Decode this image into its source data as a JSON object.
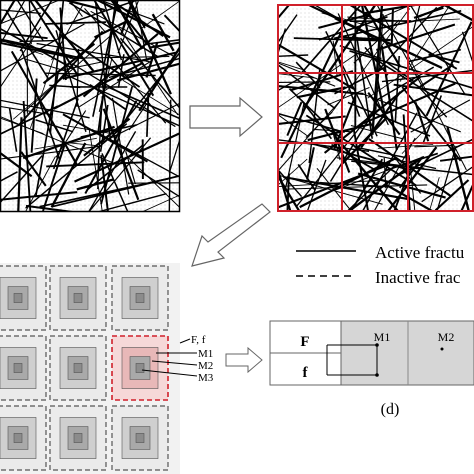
{
  "legend": {
    "active_label": "Active fractu",
    "inactive_label": "Inactive frac"
  },
  "arrows": {
    "ff_label": "F, f",
    "m1_label": "M1",
    "m2_label": "M2",
    "m3_label": "M3"
  },
  "table": {
    "row1": "F",
    "row2": "f",
    "col1": "M1",
    "col2": "M2"
  },
  "panel_label": "(d)",
  "colors": {
    "fracture_line": "#000000",
    "grid_red": "#d0202a",
    "dashed_grid": "#555555",
    "highlight": "#e0a0a0"
  }
}
